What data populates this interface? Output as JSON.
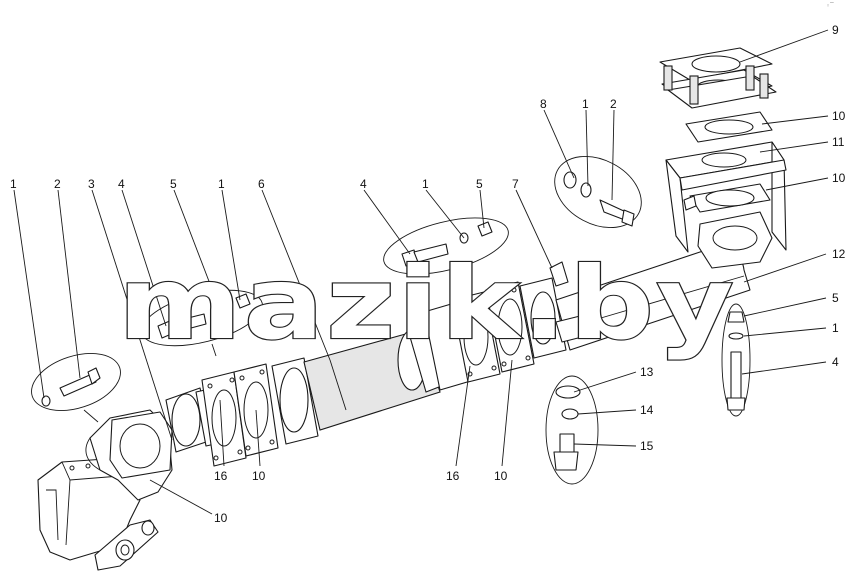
{
  "watermark": {
    "text": "mazik.by"
  },
  "corner_mark": {
    "text": "◦‾"
  },
  "colors": {
    "ink": "#1a1a1a",
    "paper": "#ffffff",
    "fill_grey": "#e6e6e6"
  },
  "callouts": {
    "c1": "1",
    "c2": "2",
    "c3": "3",
    "c4": "4",
    "c5": "5",
    "c6": "1",
    "c7": "6",
    "c8": "4",
    "c9": "1",
    "c10": "5",
    "c11": "7",
    "c12": "8",
    "c13": "1",
    "c14": "2",
    "c15": "9",
    "c16": "10",
    "c17": "11",
    "c18": "10",
    "c19": "12",
    "c20": "5",
    "c21": "1",
    "c22": "4",
    "c23": "13",
    "c24": "14",
    "c25": "15",
    "c26": "16",
    "c27": "10",
    "c28": "16",
    "c29": "10",
    "c30": "10"
  }
}
